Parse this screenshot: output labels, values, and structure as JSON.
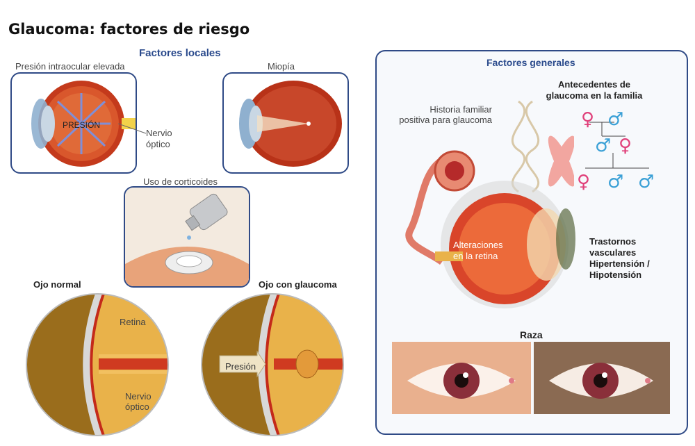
{
  "title": "Glaucoma: factores de riesgo",
  "local": {
    "heading": "Factores locales",
    "pressure_caption": "Presión intraocular elevada",
    "pressure_label": "PRESIÓN",
    "optic_nerve": [
      "Nervio",
      "óptico"
    ],
    "myopia_caption": "Miopía",
    "corticoids_caption": "Uso de corticoides"
  },
  "normal_eye": {
    "caption": "Ojo normal",
    "retina": "Retina",
    "optic_nerve": [
      "Nervio",
      "óptico"
    ]
  },
  "glaucoma_eye": {
    "caption": "Ojo con glaucoma",
    "pressure": "Presión"
  },
  "general": {
    "heading": "Factores generales",
    "family_history": [
      "Historia familiar",
      "positiva para glaucoma"
    ],
    "family_title": [
      "Antecedentes de",
      "glaucoma en la familia"
    ],
    "retina_changes": [
      "Alteraciones",
      "en la retina"
    ],
    "vascular": [
      "Trastornos",
      "vasculares",
      "Hipertensión /",
      "Hipotensión"
    ],
    "race": "Raza"
  },
  "colors": {
    "frame": "#2f4a86",
    "heading": "#2a4a8c",
    "female": "#e0407a",
    "male": "#3aa0d6"
  }
}
